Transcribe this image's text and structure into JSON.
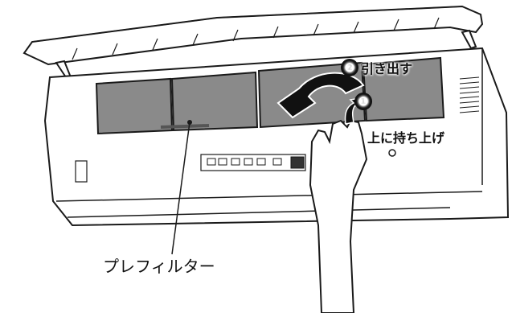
{
  "steps": {
    "step1": {
      "badge": "❶",
      "label": "上に持ち上げ"
    },
    "step2": {
      "badge": "❷",
      "label": "引き出す"
    }
  },
  "labels": {
    "part_name": "プレフィルター"
  },
  "colors": {
    "filter": "#8a8a8a",
    "filter_dark": "#6f6f6f",
    "unit_body": "#ffffff",
    "line": "#1a1a1a",
    "arrow": "#111111"
  },
  "icons": {
    "arrow_pull": "curved-arrow-icon",
    "arrow_lift": "up-arrow-icon"
  }
}
